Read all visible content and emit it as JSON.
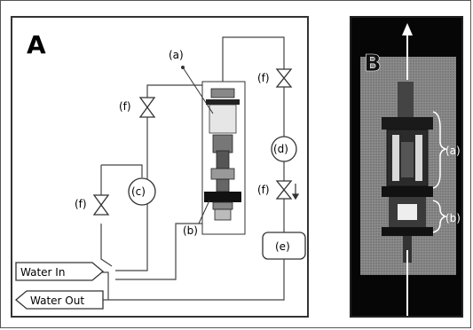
{
  "panel_a": {
    "title": "A",
    "label_a": "(a)",
    "label_b": "(b)",
    "label_c": "(c)",
    "label_d": "(d)",
    "label_e": "(e)",
    "label_f": "(f)",
    "water_in": "Water In",
    "water_out": "Water Out"
  },
  "panel_b": {
    "title": "B",
    "label_a": "(a)",
    "label_b": "(b)"
  }
}
